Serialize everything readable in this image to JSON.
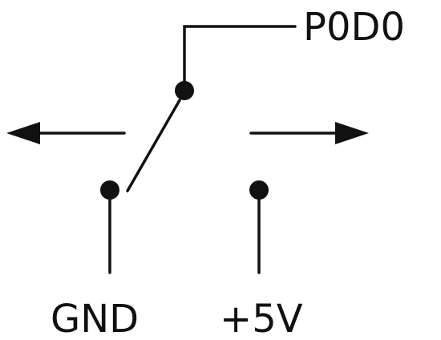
{
  "labels": {
    "pin": "P0D0",
    "gnd": "GND",
    "vcc": "+5V"
  },
  "colors": {
    "ink": "#111111",
    "background": "#ffffff"
  }
}
